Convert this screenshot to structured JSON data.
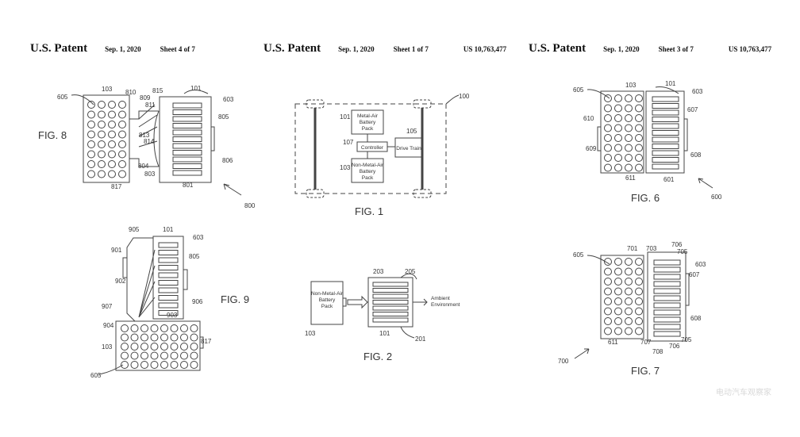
{
  "headers": [
    {
      "patent": "U.S. Patent",
      "date": "Sep. 1, 2020",
      "sheet": "Sheet 4 of 7",
      "number": ""
    },
    {
      "patent": "U.S. Patent",
      "date": "Sep. 1, 2020",
      "sheet": "Sheet 1 of 7",
      "number": "US 10,763,477"
    },
    {
      "patent": "U.S. Patent",
      "date": "Sep. 1, 2020",
      "sheet": "Sheet 3 of 7",
      "number": "US 10,763,477"
    }
  ],
  "figures": {
    "fig1": {
      "caption": "FIG. 1",
      "ref": "100",
      "box_101": [
        "Metal-Air",
        "Battery",
        "Pack"
      ],
      "box_103": [
        "Non-Metal-Air",
        "Battery",
        "Pack"
      ],
      "controller": "Controller",
      "drive_train": "Drive Train",
      "refs": [
        "101",
        "107",
        "105",
        "103"
      ]
    },
    "fig2": {
      "caption": "FIG. 2",
      "box": [
        "Non-Metal-Air",
        "Battery",
        "Pack"
      ],
      "ambient": [
        "Ambient",
        "Environment"
      ],
      "refs": [
        "203",
        "205",
        "103",
        "101",
        "201"
      ]
    },
    "fig6": {
      "caption": "FIG. 6",
      "refs": [
        "605",
        "103",
        "101",
        "603",
        "607",
        "610",
        "609",
        "608",
        "611",
        "601",
        "600"
      ]
    },
    "fig7": {
      "caption": "FIG. 7",
      "refs": [
        "605",
        "701",
        "703",
        "706",
        "705",
        "603",
        "607",
        "608",
        "705",
        "706",
        "707",
        "708",
        "611",
        "700"
      ]
    },
    "fig8": {
      "caption": "FIG. 8",
      "refs": [
        "103",
        "810",
        "815",
        "101",
        "605",
        "809",
        "811",
        "603",
        "805",
        "813",
        "814",
        "806",
        "804",
        "803",
        "817",
        "801",
        "800"
      ]
    },
    "fig9": {
      "caption": "FIG. 9",
      "refs": [
        "905",
        "101",
        "603",
        "901",
        "805",
        "902",
        "906",
        "907",
        "903",
        "904",
        "817",
        "103",
        "605"
      ]
    }
  },
  "watermark": "电动汽车观察家"
}
